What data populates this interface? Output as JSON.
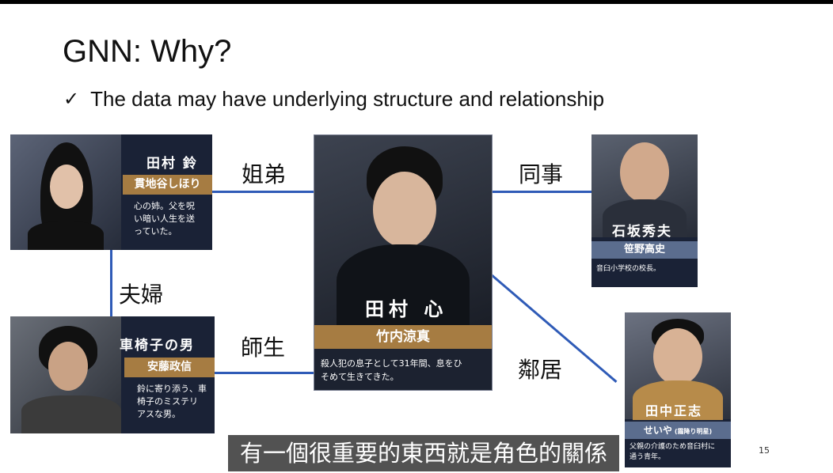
{
  "slide": {
    "title": "GNN: Why?",
    "bullet": "The data may have underlying structure and relationship",
    "check_icon": "✓",
    "page_number": "15",
    "subtitle": "有一個很重要的東西就是角色的關係"
  },
  "relations": {
    "siblings": "姐弟",
    "couple": "夫婦",
    "teacher_student": "師生",
    "coworker": "同事",
    "neighbor": "鄰居"
  },
  "characters": {
    "rin": {
      "name": "田村 鈴",
      "actor": "貫地谷しほり",
      "desc": [
        "心の姉。父を呪",
        "い暗い人生を送",
        "っていた。"
      ]
    },
    "wheelchair": {
      "name": "車椅子の男",
      "actor": "安藤政信",
      "desc": [
        "鈴に寄り添う、車",
        "椅子のミステリ",
        "アスな男。"
      ]
    },
    "shin": {
      "name": "田村 心",
      "actor": "竹内涼真",
      "desc": [
        "殺人犯の息子として31年間、息をひ",
        "そめて生きてきた。"
      ]
    },
    "ishizaka": {
      "name": "石坂秀夫",
      "actor": "笹野高史",
      "desc": [
        "音臼小学校の校長。"
      ]
    },
    "tanaka": {
      "name": "田中正志",
      "actor": "せいや",
      "actor_note": "(霜降り明星)",
      "desc": [
        "父親の介護のため音臼村に",
        "通う青年。"
      ]
    }
  },
  "colors": {
    "link": "#2f5bb7",
    "actor_band": "#a67c42",
    "actor_band_blue": "#5b6d8e"
  }
}
